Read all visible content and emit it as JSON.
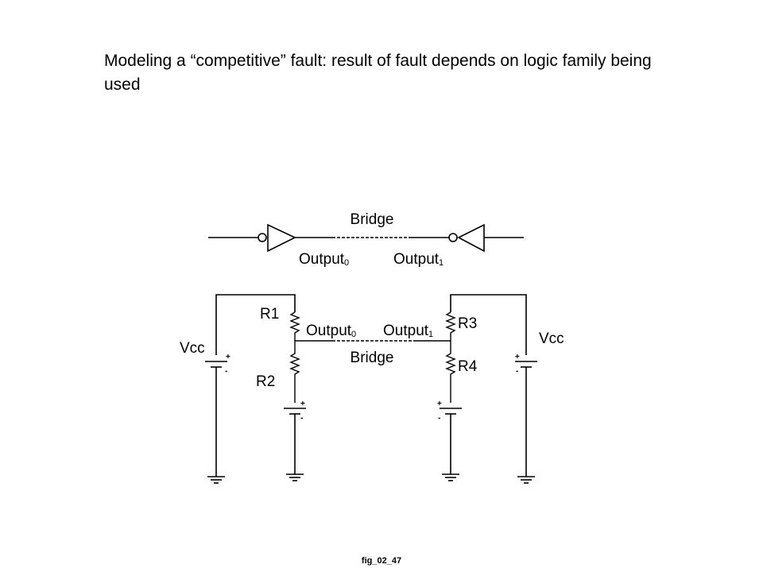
{
  "slide": {
    "title": "Modeling a “competitive” fault: result of fault depends on logic family being used",
    "caption": "fig_02_47"
  },
  "diagram": {
    "gate_view": {
      "bridge_label": "Bridge",
      "output0_label": "Output",
      "output0_sub": "0",
      "output1_label": "Output",
      "output1_sub": "1"
    },
    "resistor_view": {
      "r1": "R1",
      "r2": "R2",
      "r3": "R3",
      "r4": "R4",
      "vcc_left": "Vcc",
      "vcc_right": "Vcc",
      "output0_label": "Output",
      "output0_sub": "0",
      "output1_label": "Output",
      "output1_sub": "1",
      "bridge_label": "Bridge",
      "plus": "+",
      "minus": "-"
    }
  }
}
